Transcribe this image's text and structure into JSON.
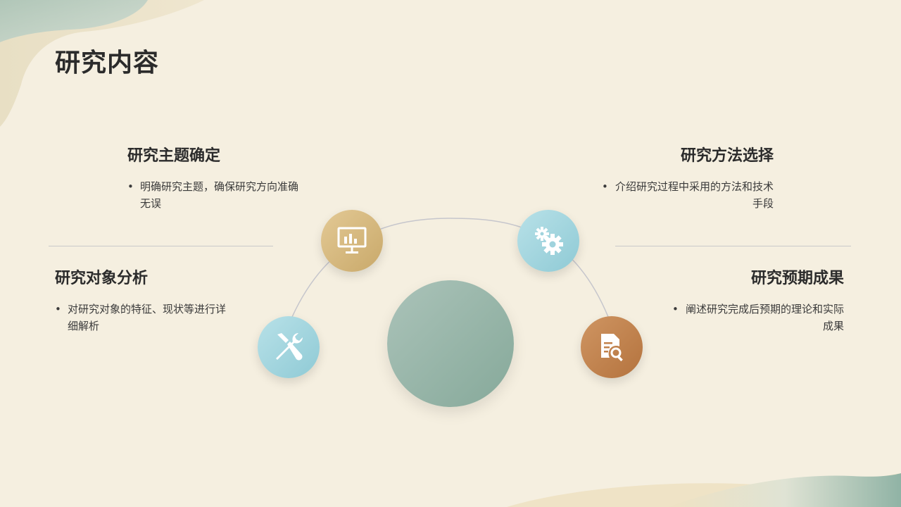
{
  "page": {
    "title": "研究内容"
  },
  "items": {
    "topic": {
      "heading": "研究主题确定",
      "bullet": "明确研究主题，确保研究方向准确无误"
    },
    "object": {
      "heading": "研究对象分析",
      "bullet": "对研究对象的特征、现状等进行详细解析"
    },
    "method": {
      "heading": "研究方法选择",
      "bullet": "介绍研究过程中采用的方法和技术手段"
    },
    "result": {
      "heading": "研究预期成果",
      "bullet": "阐述研究完成后预期的理论和实际成果"
    }
  },
  "icons": {
    "topic": "presentation-chart-icon",
    "method": "gears-icon",
    "object": "wrench-screwdriver-icon",
    "result": "document-search-icon"
  },
  "colors": {
    "background": "#f5efe0",
    "gold": "#d4b57e",
    "teal_light": "#9fd3dd",
    "copper": "#c2814b",
    "sage": "#93b1a4"
  },
  "bullet_char": "•"
}
